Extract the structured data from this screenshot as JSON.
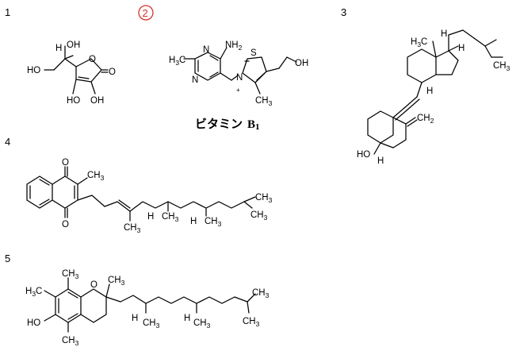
{
  "panels": [
    {
      "number": "1"
    },
    {
      "number": "2",
      "circle_color": "#d9312b"
    },
    {
      "number": "3"
    },
    {
      "number": "4"
    },
    {
      "number": "5"
    }
  ],
  "caption": {
    "text": "ビタミン",
    "b": "B",
    "one": "1"
  },
  "labels": {
    "ho": "HO",
    "oh": "OH",
    "o": "O",
    "h": "H",
    "h3c": "H",
    "three": "3",
    "c": "C",
    "ch": "CH",
    "ch2": "CH",
    "two": "2",
    "n": "N",
    "s": "S",
    "plus": "+",
    "nh": "NH"
  }
}
